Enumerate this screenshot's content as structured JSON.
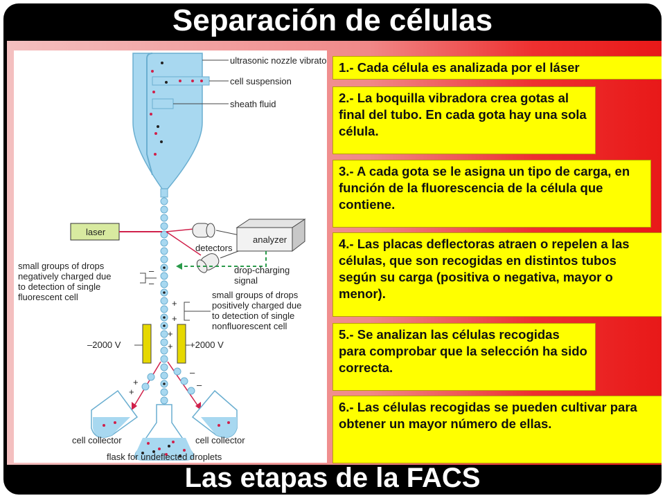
{
  "header": {
    "title": "Separación de células"
  },
  "footer": {
    "subtitle": "Las etapas de la FACS"
  },
  "diagram": {
    "labels": {
      "nozzle": "ultrasonic nozzle vibrator",
      "suspension": "cell suspension",
      "sheath": "sheath fluid",
      "laser": "laser",
      "detectors": "detectors",
      "analyzer": "analyzer",
      "drop_charging_1": "drop-charging",
      "drop_charging_2": "signal",
      "neg_1": "small groups of drops",
      "neg_2": "negatively charged due",
      "neg_3": "to detection of single",
      "neg_4": "fluorescent cell",
      "pos_1": "small groups of drops",
      "pos_2": "positively charged due",
      "pos_3": "to detection of single",
      "pos_4": "nonfluorescent cell",
      "volt_neg": "–2000 V",
      "volt_pos": "+2000 V",
      "collector_left": "cell collector",
      "collector_right": "cell collector",
      "flask": "flask for undeflected droplets"
    }
  },
  "steps": [
    "1.- Cada célula es analizada por el láser",
    "2.- La boquilla vibradora crea gotas al final del tubo. En cada gota hay una sola célula.",
    "3.- A cada gota se le asigna un tipo de carga, en función de la fluorescencia de la célula que contiene.",
    "4.- Las placas deflectoras atraen o repelen a las células, que son recogidas en distintos tubos según su carga (positiva o negativa, mayor o menor).",
    "5.- Se analizan las células recogidas para comprobar que la selección ha sido correcta.",
    "6.- Las células recogidas se pueden cultivar para obtener un mayor número de ellas."
  ],
  "colors": {
    "panel_left": "#f4c0c0",
    "panel_right": "#e81818",
    "step_bg": "#ffff00",
    "fluid": "#a8d8f0",
    "cell_red": "#d0204a",
    "laser_box": "#d8eaa0",
    "plate": "#e6d800"
  }
}
